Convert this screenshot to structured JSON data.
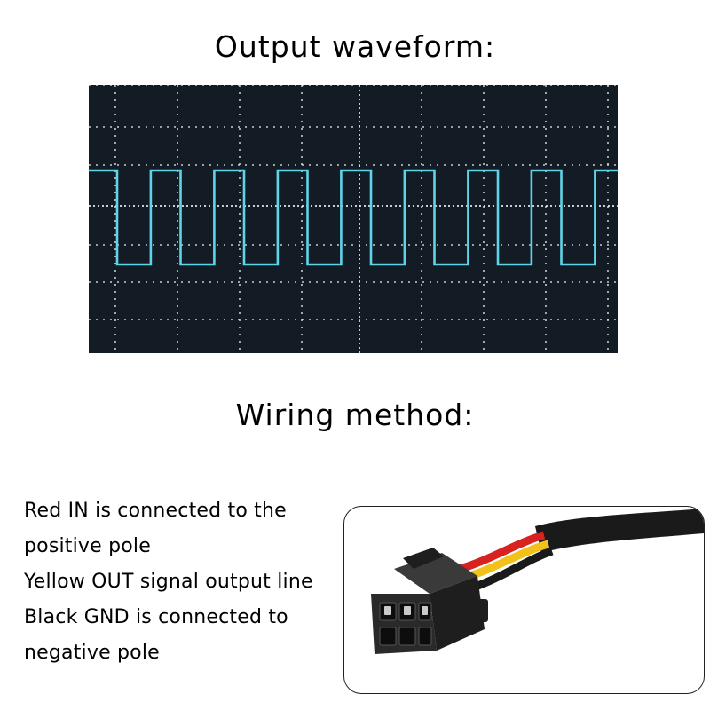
{
  "headings": {
    "waveform": "Output waveform:",
    "wiring": "Wiring method:"
  },
  "scope": {
    "background_color": "#131b24",
    "grid_color": "#e6ecf0",
    "trace_color": "#5fd3e8",
    "waveform_type": "square wave",
    "visible_cycles": 8
  },
  "wiring_lines": [
    "Red IN is connected to the",
    "positive pole",
    "Yellow OUT signal output line",
    "Black GND is connected to",
    "negative pole"
  ],
  "connector_photo": {
    "wire_colors": [
      "#d8221f",
      "#f2c21a",
      "#1a1a1a"
    ],
    "housing_color": "#1e1e1e"
  }
}
